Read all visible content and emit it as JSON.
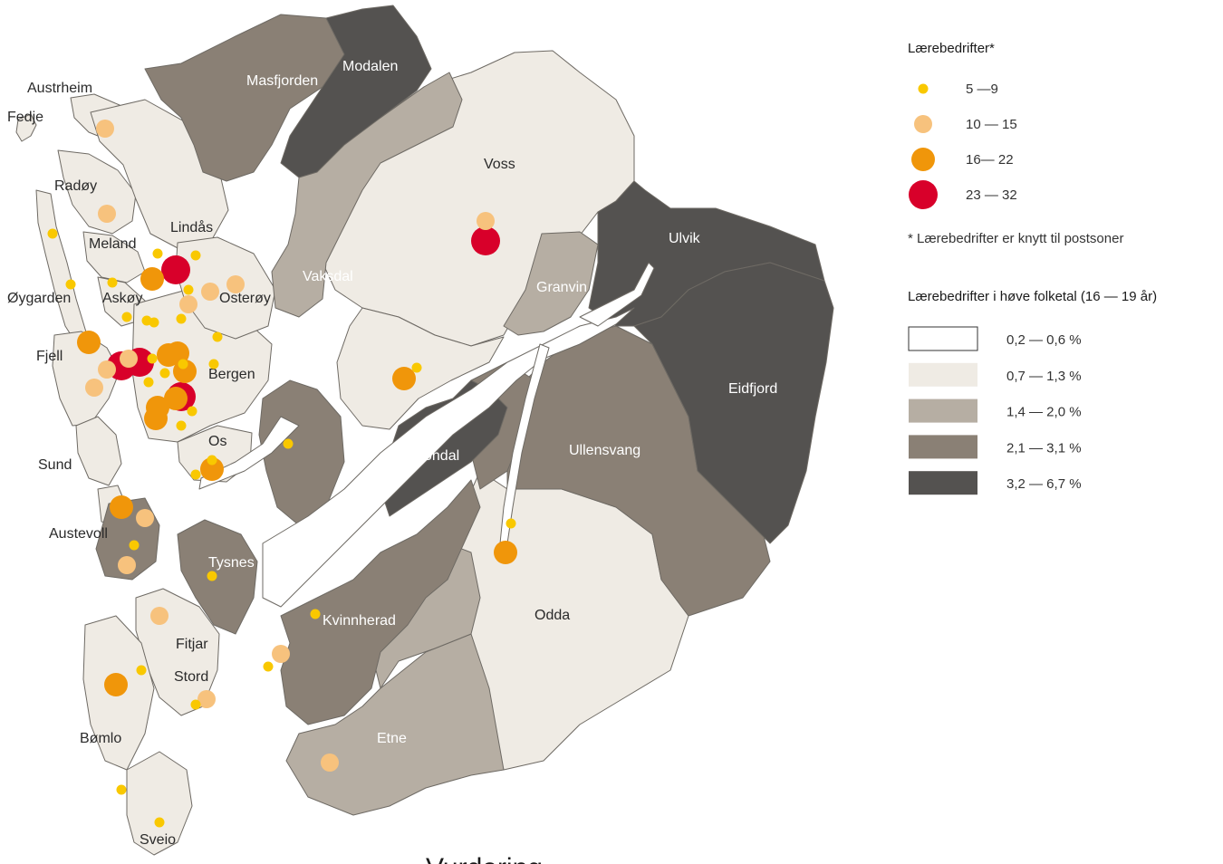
{
  "colors": {
    "water": "#ffffff",
    "coast_fill": "#efebe4",
    "outline": "#6e6a64",
    "dot_5_9": "#f9c800",
    "dot_10_15": "#f7c27d",
    "dot_16_22": "#f0960a",
    "dot_23_32": "#d8002a"
  },
  "legend_points": {
    "title": "Lærebedrifter*",
    "items": [
      {
        "label": "5 —9",
        "class": "5-9"
      },
      {
        "label": "10 — 15",
        "class": "10-15"
      },
      {
        "label": "16— 22",
        "class": "16-22"
      },
      {
        "label": "23 — 32",
        "class": "23-32"
      }
    ],
    "footnote": "* Lærebedrifter er knytt til postsoner"
  },
  "legend_share": {
    "title": "Lærebedrifter i høve folketal (16 — 19 år)",
    "items": [
      {
        "label": "0,2 — 0,6 %",
        "color": "#ffffff"
      },
      {
        "label": "0,7 — 1,3 %",
        "color": "#efebe4"
      },
      {
        "label": "1,4 — 2,0 %",
        "color": "#b6aea3"
      },
      {
        "label": "2,1 — 3,1 %",
        "color": "#8a8075"
      },
      {
        "label": "3,2 — 6,7 %",
        "color": "#545250"
      }
    ]
  },
  "municipalities": [
    {
      "name": "Austrheim",
      "class": "0.7-1.3"
    },
    {
      "name": "Fedje",
      "class": "0.7-1.3"
    },
    {
      "name": "Masfjorden",
      "class": "2.1-3.1"
    },
    {
      "name": "Modalen",
      "class": "3.2-6.7"
    },
    {
      "name": "Voss",
      "class": "0.7-1.3"
    },
    {
      "name": "Radøy",
      "class": "0.7-1.3"
    },
    {
      "name": "Lindås",
      "class": "0.7-1.3"
    },
    {
      "name": "Meland",
      "class": "0.7-1.3"
    },
    {
      "name": "Ulvik",
      "class": "3.2-6.7"
    },
    {
      "name": "Vaksdal",
      "class": "1.4-2.0"
    },
    {
      "name": "Granvin",
      "class": "1.4-2.0"
    },
    {
      "name": "Øygarden",
      "class": "0.7-1.3"
    },
    {
      "name": "Askøy",
      "class": "0.7-1.3"
    },
    {
      "name": "Osterøy",
      "class": "0.7-1.3"
    },
    {
      "name": "Fjell",
      "class": "0.7-1.3"
    },
    {
      "name": "Bergen",
      "class": "0.7-1.3"
    },
    {
      "name": "Eidfjord",
      "class": "3.2-6.7"
    },
    {
      "name": "Ullensvang",
      "class": "2.1-3.1"
    },
    {
      "name": "Jondal",
      "class": "3.2-6.7"
    },
    {
      "name": "Os",
      "class": "0.7-1.3"
    },
    {
      "name": "Sund",
      "class": "0.7-1.3"
    },
    {
      "name": "Austevoll",
      "class": "2.1-3.1"
    },
    {
      "name": "Tysnes",
      "class": "2.1-3.1"
    },
    {
      "name": "Odda",
      "class": "0.7-1.3"
    },
    {
      "name": "Kvinnherad",
      "class": "2.1-3.1"
    },
    {
      "name": "Fitjar",
      "class": "0.7-1.3"
    },
    {
      "name": "Stord",
      "class": "0.7-1.3"
    },
    {
      "name": "Etne",
      "class": "1.4-2.0"
    },
    {
      "name": "Bømlo",
      "class": "0.7-1.3"
    },
    {
      "name": "Sveio",
      "class": "0.7-1.3"
    }
  ],
  "footer": {
    "partial_heading": "Vurdering"
  }
}
